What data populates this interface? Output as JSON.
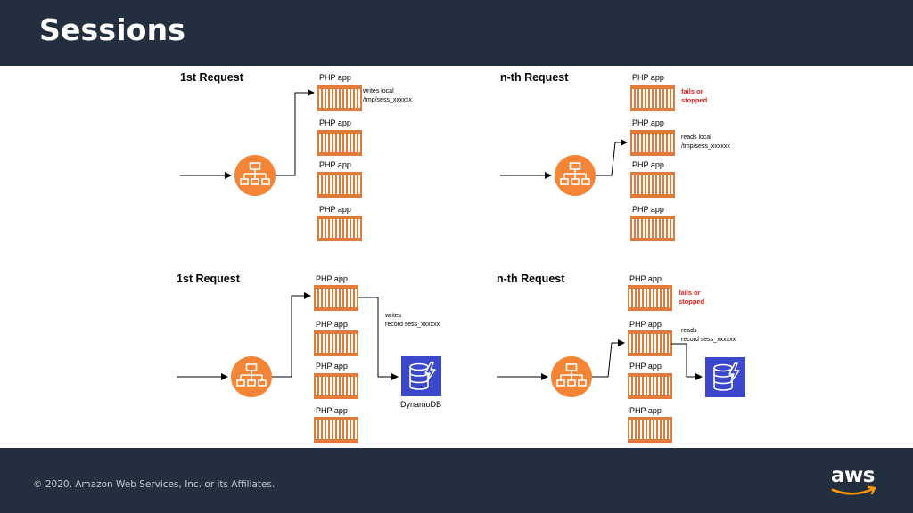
{
  "slide": {
    "title": "Sessions"
  },
  "footer": {
    "copyright": "© 2020, Amazon Web Services, Inc. or its Affiliates.",
    "logo_text": "aws"
  },
  "colors": {
    "header_bg": "#232f3e",
    "accent_orange": "#f58536",
    "container_orange": "#e07b39",
    "dynamodb_blue": "#3b48cc",
    "error_red": "#e02020"
  },
  "icons": {
    "load_balancer": "load-balancer-icon",
    "php_app": "container-icon",
    "dynamodb": "dynamodb-icon"
  },
  "panels": [
    {
      "title": "1st Request",
      "apps": [
        "PHP app",
        "PHP app",
        "PHP app",
        "PHP app"
      ],
      "note_lines": [
        "writes local",
        "/tmp/sess_xxxxxx"
      ],
      "status_lines": []
    },
    {
      "title": "n-th Request",
      "apps": [
        "PHP app",
        "PHP app",
        "PHP app",
        "PHP app"
      ],
      "note_lines": [
        "reads local",
        "/tmp/sess_xxxxxx"
      ],
      "status_lines": [
        "fails or",
        "stopped"
      ]
    },
    {
      "title": "1st Request",
      "apps": [
        "PHP app",
        "PHP app",
        "PHP app",
        "PHP app"
      ],
      "note_lines": [
        "writes",
        "record sess_xxxxxx"
      ],
      "status_lines": [],
      "db_label": "DynamoDB"
    },
    {
      "title": "n-th Request",
      "apps": [
        "PHP app",
        "PHP app",
        "PHP app",
        "PHP app"
      ],
      "note_lines": [
        "reads",
        "record sess_xxxxxx"
      ],
      "status_lines": [
        "fails or",
        "stopped"
      ]
    }
  ]
}
